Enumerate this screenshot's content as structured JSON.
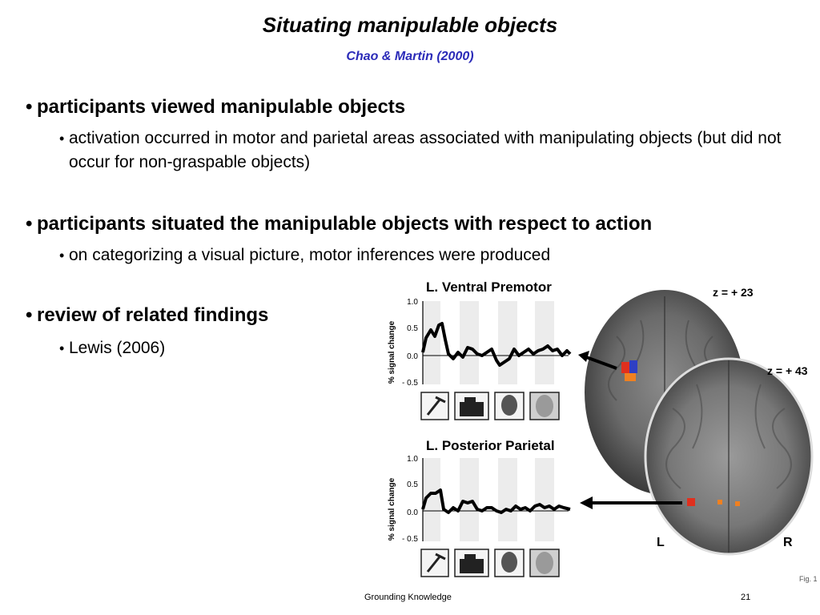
{
  "slide": {
    "title": "Situating manipulable objects",
    "subtitle": "Chao & Martin (2000)",
    "bullets": [
      {
        "text": "participants viewed manipulable objects",
        "sub": "activation occurred in motor and parietal areas associated with manipulating objects (but did not occur for non-graspable objects)"
      },
      {
        "text": "participants situated the manipulable objects with respect to action",
        "sub": "on categorizing a visual picture, motor inferences were produced"
      },
      {
        "text": "review of related findings",
        "sub": "Lewis (2006)"
      }
    ],
    "footer_left": "Grounding Knowledge",
    "footer_right": "21",
    "bullet_char": "•"
  },
  "figure": {
    "fig_label": "Fig. 1",
    "panels": [
      {
        "title": "L. Ventral Premotor",
        "ylabel": "% signal change",
        "yticks": [
          "1.0",
          "0.5",
          "0.0",
          "- 0.5"
        ]
      },
      {
        "title": "L. Posterior Parietal",
        "ylabel": "% signal change",
        "yticks": [
          "1.0",
          "0.5",
          "0.0",
          "- 0.5"
        ]
      }
    ],
    "z_labels": [
      "z = + 23",
      "z = + 43"
    ],
    "hemisphere_left": "L",
    "hemisphere_right": "R",
    "colors": {
      "activation_red": "#e0301e",
      "activation_blue": "#2e3fc4",
      "activation_orange": "#f08020"
    }
  }
}
